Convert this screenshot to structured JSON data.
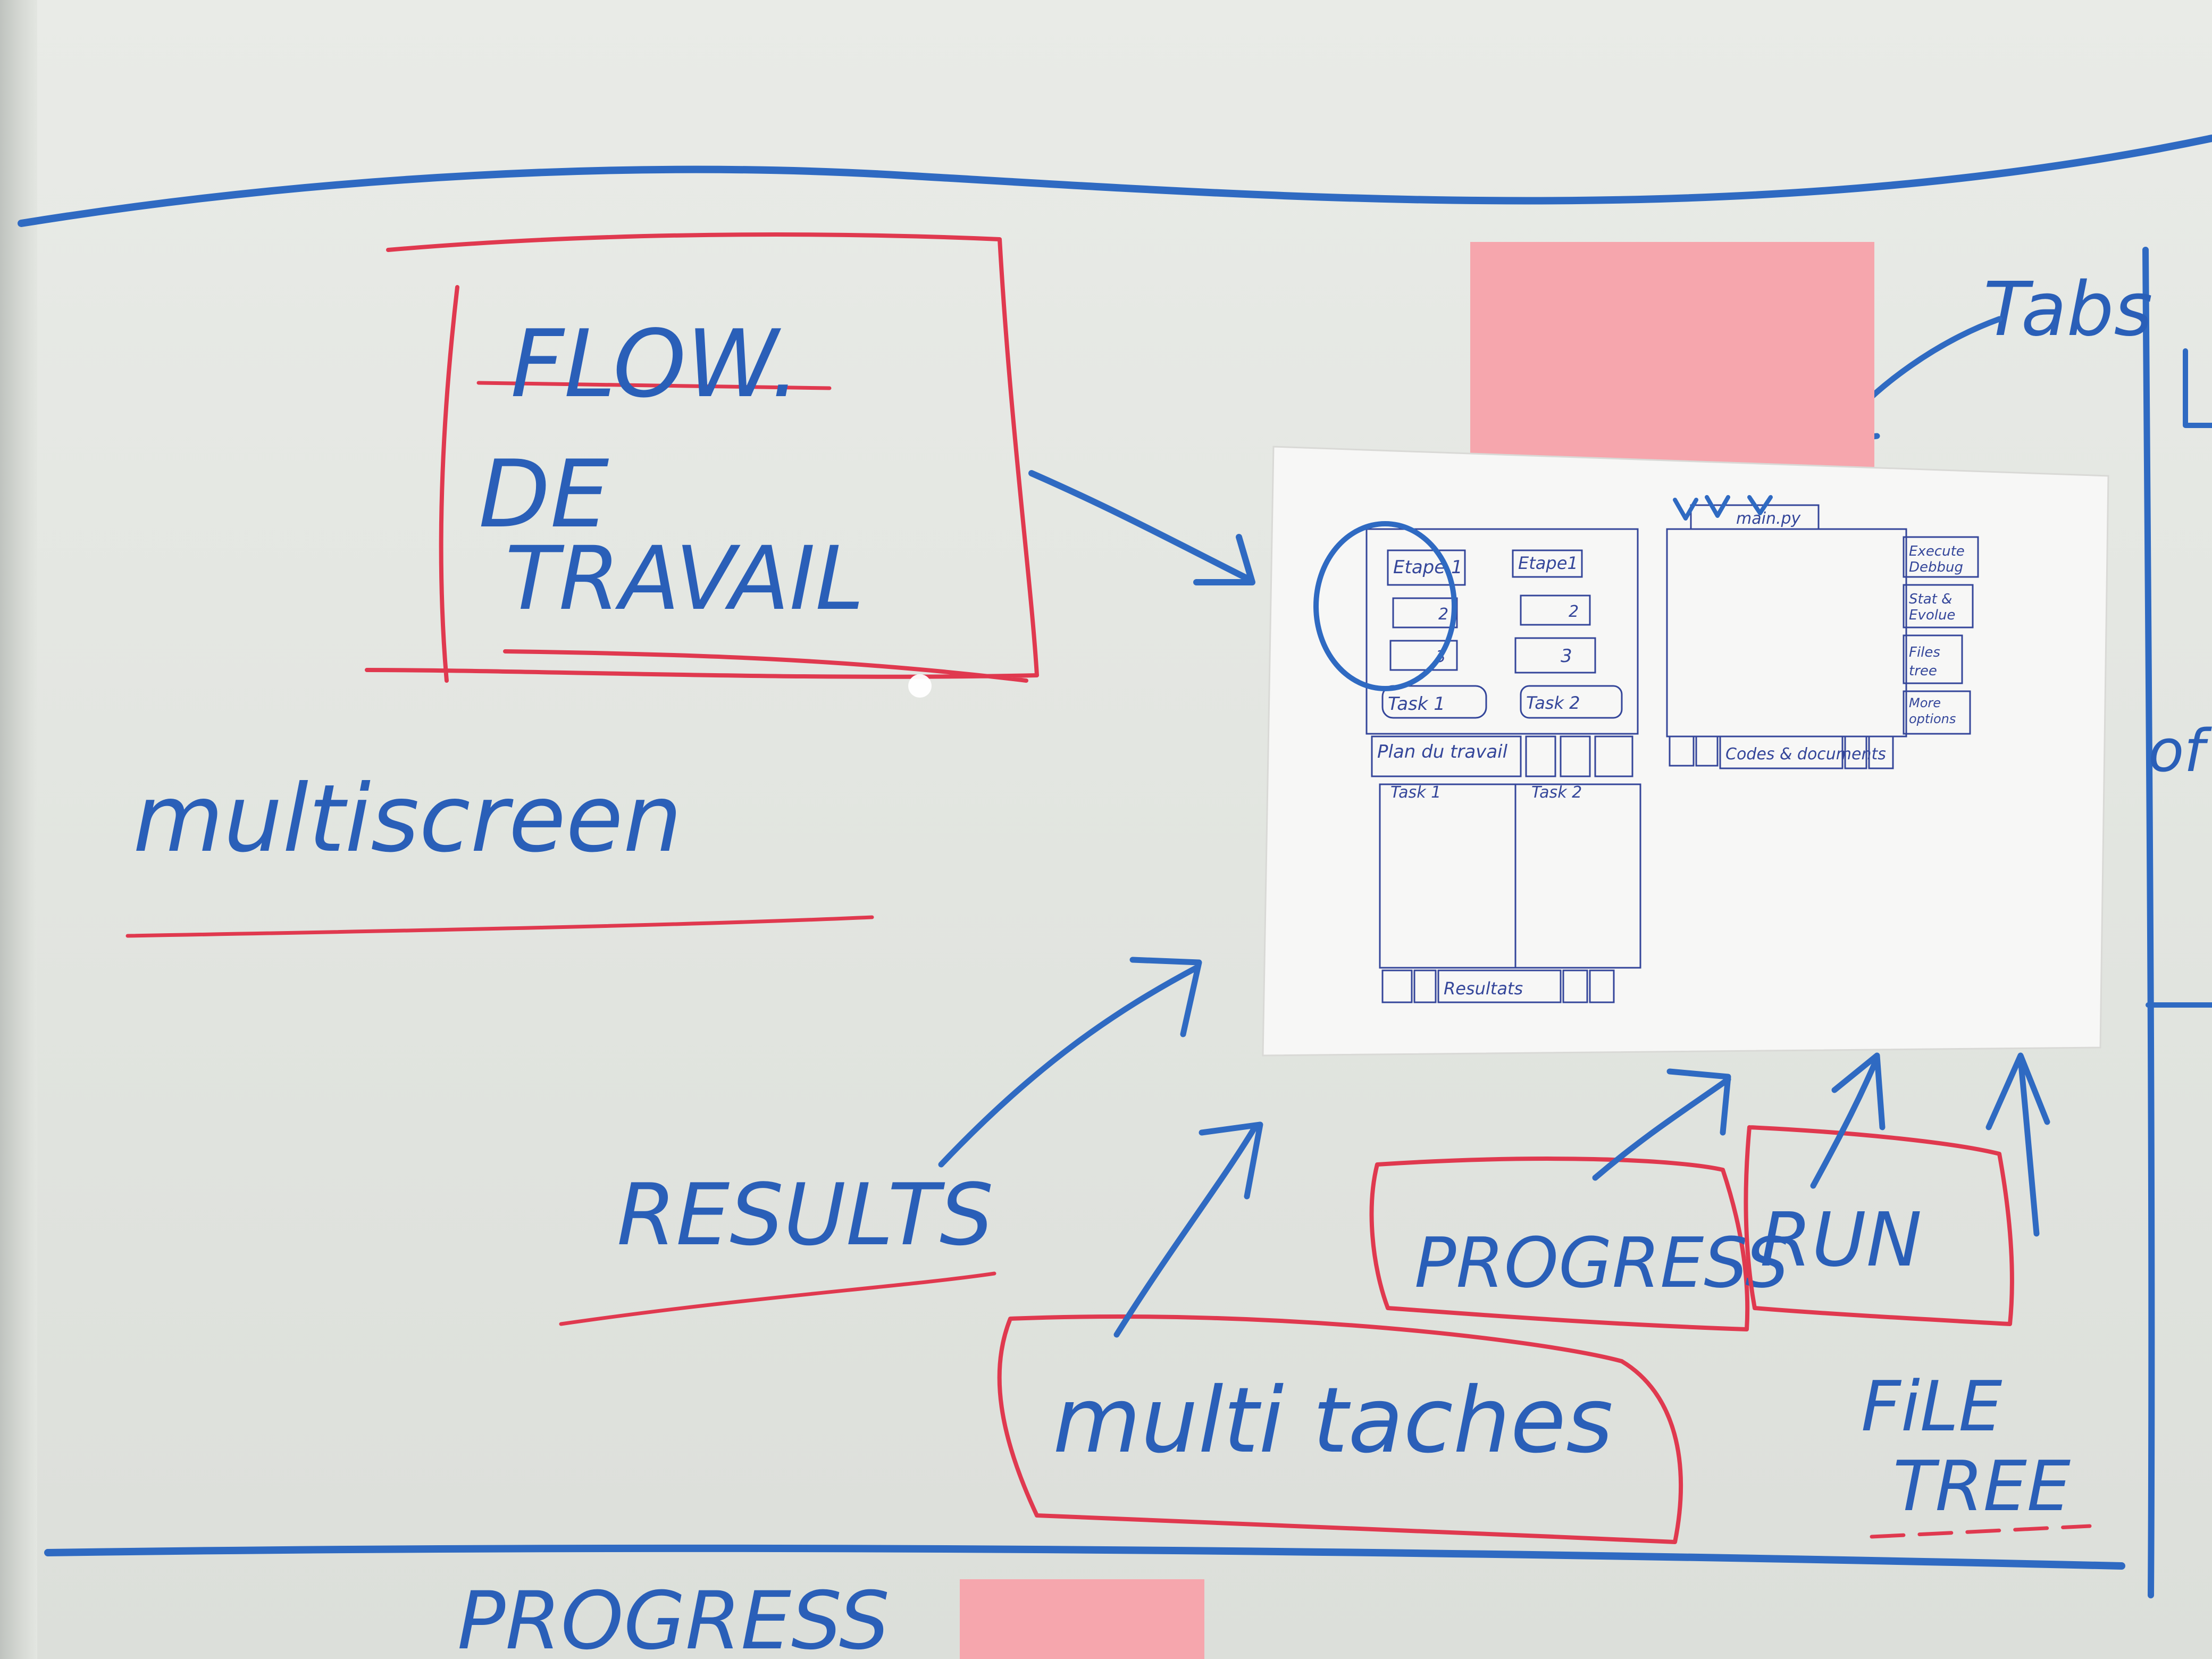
{
  "notes": {
    "flow_line1": "FLOW.",
    "flow_line2": "DE",
    "flow_line3": "TRAVAIL",
    "multiscreen": "multiscreen",
    "results": "RESULTS",
    "multitaches": "multi taches",
    "progress": "PROGRESS",
    "run": "RUN",
    "file_tree_line1": "FiLE",
    "file_tree_line2": "TREE",
    "tabs": "Tabs",
    "progress_bottom": "PROGRESS",
    "right_edge_fragment": "of"
  },
  "sketch": {
    "etape_left_1": "Etape 1",
    "step_left_2": "2",
    "step_left_3": "3",
    "etape_right_1": "Etape1",
    "step_right_2": "2",
    "step_right_3": "3",
    "task_left": "Task 1",
    "task_right": "Task 2",
    "plan_tab": "Plan du travail",
    "task_col_1": "Task 1",
    "task_col_2": "Task 2",
    "results_tab": "Resultats",
    "main_tab": "main.py",
    "side_btn_1_line1": "Execute",
    "side_btn_1_line2": "Debbug",
    "side_btn_2_line1": "Stat &",
    "side_btn_2_line2": "Evolue",
    "side_btn_3_line1": "Files",
    "side_btn_3_line2": "tree",
    "side_btn_4_line1": "More",
    "side_btn_4_line2": "options",
    "codes_tab": "Codes & documents"
  },
  "colors": {
    "marker_blue": "#2f6ac2",
    "marker_red": "#e0394f",
    "sticky_note": "#f6a6ad",
    "pen_ink": "#34469a"
  }
}
